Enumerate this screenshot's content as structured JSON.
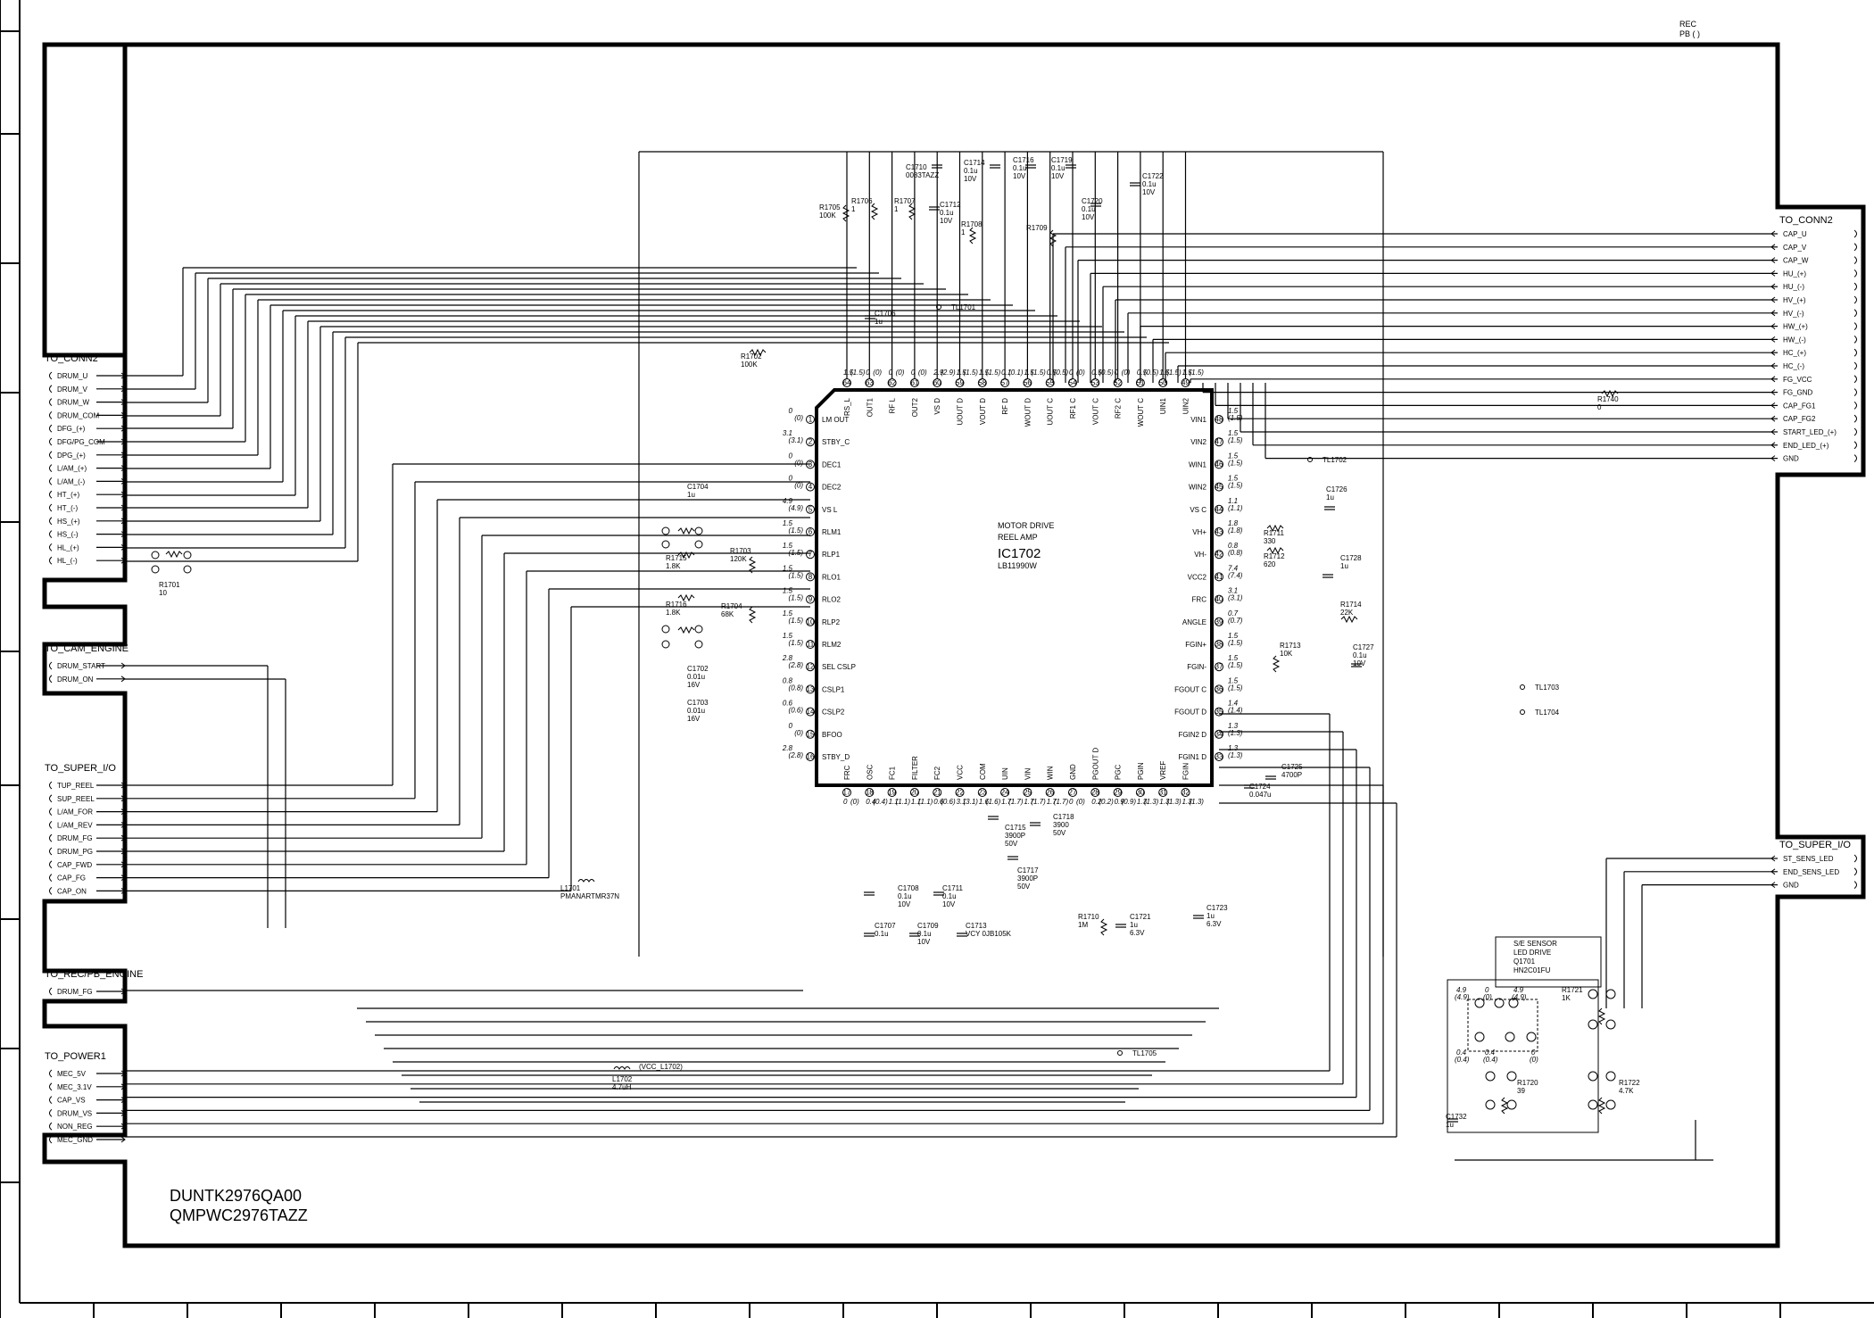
{
  "corner_legend": {
    "rec": "REC",
    "pb": "PB ( )"
  },
  "left_connectors": [
    {
      "name": "TO_CONN2",
      "pins": [
        "DRUM_U",
        "DRUM_V",
        "DRUM_W",
        "DRUM_COM",
        "DFG_(+)",
        "DFG/PG_COM",
        "DPG_(+)",
        "L/AM_(+)",
        "L/AM_(-)",
        "HT_(+)",
        "HT_(-)",
        "HS_(+)",
        "HS_(-)",
        "HL_(+)",
        "HL_(-)"
      ]
    },
    {
      "name": "TO_CAM_ENGINE",
      "pins": [
        "DRUM_START",
        "DRUM_ON"
      ]
    },
    {
      "name": "TO_SUPER_I/O",
      "pins": [
        "TUP_REEL",
        "SUP_REEL",
        "L/AM_FOR",
        "L/AM_REV",
        "DRUM_FG",
        "DRUM_PG",
        "CAP_FWD",
        "CAP_FG",
        "CAP_ON"
      ]
    },
    {
      "name": "TO_REC/PB_ENGINE",
      "pins": [
        "DRUM_FG"
      ]
    },
    {
      "name": "TO_POWER1",
      "pins": [
        "MEC_5V",
        "MEC_3.1V",
        "CAP_VS",
        "DRUM_VS",
        "NON_REG",
        "MEC_GND"
      ]
    }
  ],
  "right_connectors": [
    {
      "name": "TO_CONN2",
      "pins": [
        "CAP_U",
        "CAP_V",
        "CAP_W",
        "HU_(+)",
        "HU_(-)",
        "HV_(+)",
        "HV_(-)",
        "HW_(+)",
        "HW_(-)",
        "HC_(+)",
        "HC_(-)",
        "FG_VCC",
        "FG_GND",
        "CAP_FG1",
        "CAP_FG2",
        "START_LED_(+)",
        "END_LED_(+)",
        "GND"
      ]
    },
    {
      "name": "TO_SUPER_I/O",
      "pins": [
        "ST_SENS_LED",
        "END_SENS_LED",
        "GND"
      ]
    }
  ],
  "ic": {
    "ref": "IC1702",
    "part": "LB11990W",
    "function": [
      "MOTOR DRIVE",
      "REEL AMP"
    ]
  },
  "top_pins": [
    {
      "num": "64",
      "name": "RS_L",
      "v": "1.5",
      "p": "(1.5)"
    },
    {
      "num": "63",
      "name": "OUT1",
      "v": "0",
      "p": "(0)"
    },
    {
      "num": "62",
      "name": "RF L",
      "v": "0",
      "p": "(0)"
    },
    {
      "num": "61",
      "name": "OUT2",
      "v": "0",
      "p": "(0)"
    },
    {
      "num": "60",
      "name": "VS D",
      "v": "2.9",
      "p": "(2.9)"
    },
    {
      "num": "59",
      "name": "UOUT D",
      "v": "1.5",
      "p": "(1.5)"
    },
    {
      "num": "58",
      "name": "VOUT D",
      "v": "1.5",
      "p": "(1.5)"
    },
    {
      "num": "57",
      "name": "RF D",
      "v": "0.1",
      "p": "(0.1)"
    },
    {
      "num": "56",
      "name": "WOUT D",
      "v": "1.5",
      "p": "(1.5)"
    },
    {
      "num": "55",
      "name": "UOUT C",
      "v": "0.5",
      "p": "(0.5)"
    },
    {
      "num": "54",
      "name": "RF1 C",
      "v": "0",
      "p": "(0)"
    },
    {
      "num": "53",
      "name": "VOUT C",
      "v": "0.5",
      "p": "(0.5)"
    },
    {
      "num": "52",
      "name": "RF2 C",
      "v": "0",
      "p": "(0)"
    },
    {
      "num": "51",
      "name": "WOUT C",
      "v": "0.5",
      "p": "(0.5)"
    },
    {
      "num": "50",
      "name": "UIN1",
      "v": "1.5",
      "p": "(1.5)"
    },
    {
      "num": "49",
      "name": "UIN2",
      "v": "1.5",
      "p": "(1.5)"
    }
  ],
  "left_pins": [
    {
      "num": "1",
      "name": "LM OUT",
      "v": "0",
      "p": "(0)"
    },
    {
      "num": "2",
      "name": "STBY_C",
      "v": "3.1",
      "p": "(3.1)"
    },
    {
      "num": "3",
      "name": "DEC1",
      "v": "0",
      "p": "(0)"
    },
    {
      "num": "4",
      "name": "DEC2",
      "v": "0",
      "p": "(0)"
    },
    {
      "num": "5",
      "name": "VS L",
      "v": "4.9",
      "p": "(4.9)"
    },
    {
      "num": "6",
      "name": "RLM1",
      "v": "1.5",
      "p": "(1.5)"
    },
    {
      "num": "7",
      "name": "RLP1",
      "v": "1.5",
      "p": "(1.5)"
    },
    {
      "num": "8",
      "name": "RLO1",
      "v": "1.5",
      "p": "(1.5)"
    },
    {
      "num": "9",
      "name": "RLO2",
      "v": "1.5",
      "p": "(1.5)"
    },
    {
      "num": "10",
      "name": "RLP2",
      "v": "1.5",
      "p": "(1.5)"
    },
    {
      "num": "11",
      "name": "RLM2",
      "v": "1.5",
      "p": "(1.5)"
    },
    {
      "num": "12",
      "name": "SEL CSLP",
      "v": "2.8",
      "p": "(2.8)"
    },
    {
      "num": "13",
      "name": "CSLP1",
      "v": "0.8",
      "p": "(0.8)"
    },
    {
      "num": "14",
      "name": "CSLP2",
      "v": "0.6",
      "p": "(0.6)"
    },
    {
      "num": "15",
      "name": "BFOO",
      "v": "0",
      "p": "(0)"
    },
    {
      "num": "16",
      "name": "STBY_D",
      "v": "2.8",
      "p": "(2.8)"
    }
  ],
  "right_pins": [
    {
      "num": "48",
      "name": "VIN1",
      "v": "1.5",
      "p": "(1.5)"
    },
    {
      "num": "47",
      "name": "VIN2",
      "v": "1.5",
      "p": "(1.5)"
    },
    {
      "num": "46",
      "name": "WIN1",
      "v": "1.5",
      "p": "(1.5)"
    },
    {
      "num": "45",
      "name": "WIN2",
      "v": "1.5",
      "p": "(1.5)"
    },
    {
      "num": "44",
      "name": "VS C",
      "v": "1.1",
      "p": "(1.1)"
    },
    {
      "num": "43",
      "name": "VH+",
      "v": "1.8",
      "p": "(1.8)"
    },
    {
      "num": "42",
      "name": "VH-",
      "v": "0.8",
      "p": "(0.8)"
    },
    {
      "num": "41",
      "name": "VCC2",
      "v": "7.4",
      "p": "(7.4)"
    },
    {
      "num": "40",
      "name": "FRC",
      "v": "3.1",
      "p": "(3.1)"
    },
    {
      "num": "39",
      "name": "ANGLE",
      "v": "0.7",
      "p": "(0.7)"
    },
    {
      "num": "38",
      "name": "FGIN+",
      "v": "1.5",
      "p": "(1.5)"
    },
    {
      "num": "37",
      "name": "FGIN-",
      "v": "1.5",
      "p": "(1.5)"
    },
    {
      "num": "36",
      "name": "FGOUT C",
      "v": "1.5",
      "p": "(1.5)"
    },
    {
      "num": "35",
      "name": "FGOUT D",
      "v": "1.4",
      "p": "(1.4)"
    },
    {
      "num": "34",
      "name": "FGIN2 D",
      "v": "1.3",
      "p": "(1.3)"
    },
    {
      "num": "33",
      "name": "FGIN1 D",
      "v": "1.3",
      "p": "(1.3)"
    }
  ],
  "bottom_pins": [
    {
      "num": "17",
      "name": "FRC",
      "v": "0",
      "p": "(0)"
    },
    {
      "num": "18",
      "name": "OSC",
      "v": "0.4",
      "p": "(0.4)"
    },
    {
      "num": "19",
      "name": "FC1",
      "v": "1.1",
      "p": "(1.1)"
    },
    {
      "num": "20",
      "name": "FILTER",
      "v": "1.1",
      "p": "(1.1)"
    },
    {
      "num": "21",
      "name": "FC2",
      "v": "0.6",
      "p": "(0.6)"
    },
    {
      "num": "22",
      "name": "VCC",
      "v": "3.1",
      "p": "(3.1)"
    },
    {
      "num": "23",
      "name": "COM",
      "v": "1.6",
      "p": "(1.6)"
    },
    {
      "num": "24",
      "name": "UIN",
      "v": "1.7",
      "p": "(1.7)"
    },
    {
      "num": "25",
      "name": "VIN",
      "v": "1.7",
      "p": "(1.7)"
    },
    {
      "num": "26",
      "name": "WIN",
      "v": "1.7",
      "p": "(1.7)"
    },
    {
      "num": "27",
      "name": "GND",
      "v": "0",
      "p": "(0)"
    },
    {
      "num": "28",
      "name": "PGOUT D",
      "v": "0.2",
      "p": "(0.2)"
    },
    {
      "num": "29",
      "name": "PGC",
      "v": "0.9",
      "p": "(0.9)"
    },
    {
      "num": "30",
      "name": "PGIN",
      "v": "1.3",
      "p": "(1.3)"
    },
    {
      "num": "31",
      "name": "VREF",
      "v": "1.3",
      "p": "(1.3)"
    },
    {
      "num": "32",
      "name": "FGIN",
      "v": "1.3",
      "p": "(1.3)"
    }
  ],
  "components": [
    {
      "id": "c1710",
      "lines": [
        "C1710",
        "0083TAZZ"
      ]
    },
    {
      "id": "c1714",
      "lines": [
        "C1714",
        "0.1u",
        "10V"
      ]
    },
    {
      "id": "c1716",
      "lines": [
        "C1716",
        "0.1u",
        "10V"
      ]
    },
    {
      "id": "c1719",
      "lines": [
        "C1719",
        "0.1u",
        "10V"
      ]
    },
    {
      "id": "c1722",
      "lines": [
        "C1722",
        "0.1u",
        "10V"
      ]
    },
    {
      "id": "c1712",
      "lines": [
        "C1712",
        "0.1u",
        "10V"
      ]
    },
    {
      "id": "c1720",
      "lines": [
        "C1720",
        "0.1u",
        "10V"
      ]
    },
    {
      "id": "r1705",
      "lines": [
        "R1705",
        "100K"
      ]
    },
    {
      "id": "r1706",
      "lines": [
        "R1706",
        "1"
      ]
    },
    {
      "id": "r1707",
      "lines": [
        "R1707",
        "1"
      ]
    },
    {
      "id": "r1708",
      "lines": [
        "R1708",
        "1"
      ]
    },
    {
      "id": "r1709",
      "lines": [
        "R1709"
      ]
    },
    {
      "id": "c1706",
      "lines": [
        "C1706",
        "1u"
      ]
    },
    {
      "id": "r1702",
      "lines": [
        "R1702",
        "100K"
      ]
    },
    {
      "id": "c1704",
      "lines": [
        "C1704",
        "1u"
      ]
    },
    {
      "id": "r1715",
      "lines": [
        "R1715",
        "1.8K"
      ]
    },
    {
      "id": "r1703",
      "lines": [
        "R1703",
        "120K"
      ]
    },
    {
      "id": "r1716",
      "lines": [
        "R1716",
        "1.8K"
      ]
    },
    {
      "id": "r1704",
      "lines": [
        "R1704",
        "68K"
      ]
    },
    {
      "id": "c1702",
      "lines": [
        "C1702",
        "0.01u",
        "16V"
      ]
    },
    {
      "id": "c1703",
      "lines": [
        "C1703",
        "0.01u",
        "16V"
      ]
    },
    {
      "id": "r1701",
      "lines": [
        "R1701",
        "10"
      ]
    },
    {
      "id": "l1701",
      "lines": [
        "L1701",
        "PMANARTMR37N"
      ]
    },
    {
      "id": "l1702",
      "lines": [
        "L1702",
        "4.7uH"
      ]
    },
    {
      "id": "vcc_l1702",
      "lines": [
        "(VCC_L1702)"
      ]
    },
    {
      "id": "c1715",
      "lines": [
        "C1715",
        "3900P",
        "50V"
      ]
    },
    {
      "id": "c1718",
      "lines": [
        "C1718",
        "3900",
        "50V"
      ]
    },
    {
      "id": "c1717",
      "lines": [
        "C1717",
        "3900P",
        "50V"
      ]
    },
    {
      "id": "c1708",
      "lines": [
        "C1708",
        "0.1u",
        "10V"
      ]
    },
    {
      "id": "c1711",
      "lines": [
        "C1711",
        "0.1u",
        "10V"
      ]
    },
    {
      "id": "c1707",
      "lines": [
        "C1707",
        "0.1u"
      ]
    },
    {
      "id": "c1709",
      "lines": [
        "C1709",
        "0.1u",
        "10V"
      ]
    },
    {
      "id": "c1713",
      "lines": [
        "C1713",
        "VCY 0JB105K"
      ]
    },
    {
      "id": "r1710",
      "lines": [
        "R1710",
        "1M"
      ]
    },
    {
      "id": "c1721",
      "lines": [
        "C1721",
        "1u",
        "6.3V"
      ]
    },
    {
      "id": "c1723",
      "lines": [
        "C1723",
        "1u",
        "6.3V"
      ]
    },
    {
      "id": "c1726",
      "lines": [
        "C1726",
        "1u"
      ]
    },
    {
      "id": "r1711",
      "lines": [
        "R1711",
        "330"
      ]
    },
    {
      "id": "r1712",
      "lines": [
        "R1712",
        "620"
      ]
    },
    {
      "id": "c1728",
      "lines": [
        "C1728",
        "1u"
      ]
    },
    {
      "id": "r1714",
      "lines": [
        "R1714",
        "22K"
      ]
    },
    {
      "id": "r1713",
      "lines": [
        "R1713",
        "10K"
      ]
    },
    {
      "id": "c1727",
      "lines": [
        "C1727",
        "0.1u",
        "10V"
      ]
    },
    {
      "id": "c1725",
      "lines": [
        "C1725",
        "4700P"
      ]
    },
    {
      "id": "c1724",
      "lines": [
        "C1724",
        "0.047u"
      ]
    },
    {
      "id": "r1740",
      "lines": [
        "R1740",
        "0"
      ]
    },
    {
      "id": "r1721",
      "lines": [
        "R1721",
        "1K"
      ]
    },
    {
      "id": "r1720",
      "lines": [
        "R1720",
        "39"
      ]
    },
    {
      "id": "r1722",
      "lines": [
        "R1722",
        "4.7K"
      ]
    },
    {
      "id": "c1732",
      "lines": [
        "C1732",
        "1u"
      ]
    }
  ],
  "test_points": [
    "TL1701",
    "TL1702",
    "TL1703",
    "TL1704",
    "TL1705"
  ],
  "sensor_block": {
    "lines": [
      "S/E SENSOR",
      "LED DRIVE",
      "Q1701",
      "HN2C01FU"
    ],
    "voltages": [
      {
        "v": "4.9",
        "p": "(4.9)"
      },
      {
        "v": "0",
        "p": "(0)"
      },
      {
        "v": "4.9",
        "p": "(4.9)"
      },
      {
        "v": "0.4",
        "p": "(0.4)"
      },
      {
        "v": "0.4",
        "p": "(0.4)"
      },
      {
        "v": "0",
        "p": "(0)"
      }
    ]
  },
  "board_codes": [
    "DUNTK2976QA00",
    "QMPWC2976TAZZ"
  ]
}
